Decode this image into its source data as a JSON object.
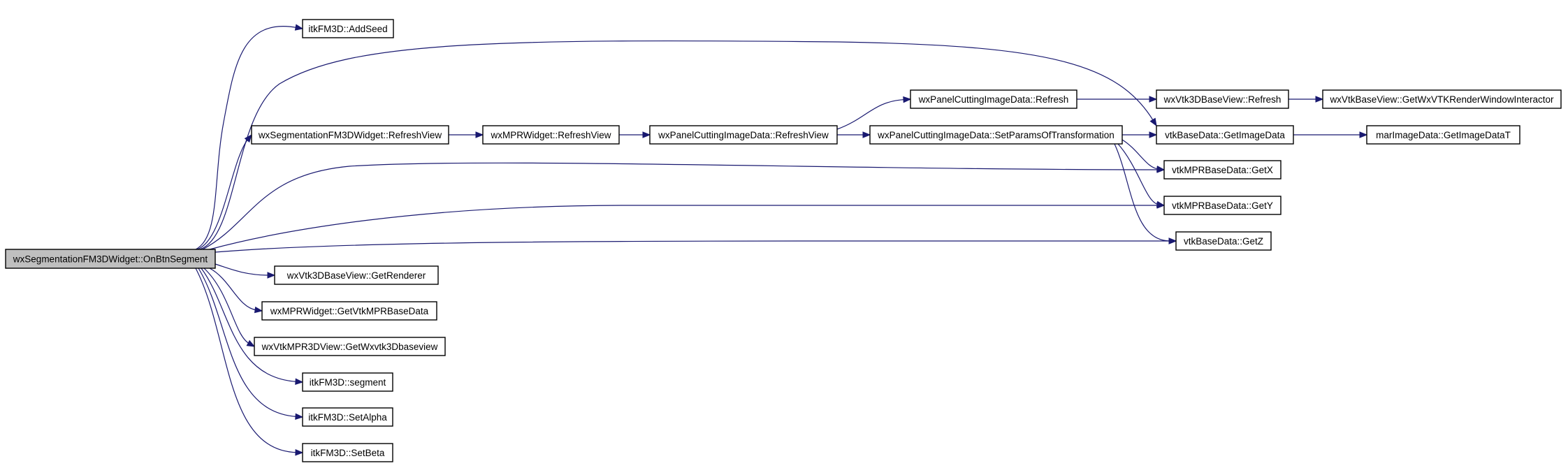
{
  "graph": {
    "edge_color": "#191970",
    "root_fill": "#bfbfbf",
    "nodes": [
      {
        "id": "root",
        "label": "wxSegmentationFM3DWidget::OnBtnSegment",
        "root": true
      },
      {
        "id": "addseed",
        "label": "itkFM3D::AddSeed"
      },
      {
        "id": "segrefresh",
        "label": "wxSegmentationFM3DWidget::RefreshView"
      },
      {
        "id": "mprrefresh",
        "label": "wxMPRWidget::RefreshView"
      },
      {
        "id": "pcidrefreshview",
        "label": "wxPanelCuttingImageData::RefreshView"
      },
      {
        "id": "pcidrefresh",
        "label": "wxPanelCuttingImageData::Refresh"
      },
      {
        "id": "pcidsetparams",
        "label": "wxPanelCuttingImageData::SetParamsOfTransformation"
      },
      {
        "id": "vtk3drefresh",
        "label": "wxVtk3DBaseView::Refresh"
      },
      {
        "id": "getinteractor",
        "label": "wxVtkBaseView::GetWxVTKRenderWindowInteractor"
      },
      {
        "id": "getimagedata",
        "label": "vtkBaseData::GetImageData"
      },
      {
        "id": "getimagedatat",
        "label": "marImageData::GetImageDataT"
      },
      {
        "id": "getx",
        "label": "vtkMPRBaseData::GetX"
      },
      {
        "id": "gety",
        "label": "vtkMPRBaseData::GetY"
      },
      {
        "id": "getz",
        "label": "vtkBaseData::GetZ"
      },
      {
        "id": "getrenderer",
        "label": "wxVtk3DBaseView::GetRenderer"
      },
      {
        "id": "getvtkmpr",
        "label": "wxMPRWidget::GetVtkMPRBaseData"
      },
      {
        "id": "getwxvtk3d",
        "label": "wxVtkMPR3DView::GetWxvtk3Dbaseview"
      },
      {
        "id": "segment",
        "label": "itkFM3D::segment"
      },
      {
        "id": "setalpha",
        "label": "itkFM3D::SetAlpha"
      },
      {
        "id": "setbeta",
        "label": "itkFM3D::SetBeta"
      }
    ],
    "edges": [
      {
        "from": "root",
        "to": "addseed"
      },
      {
        "from": "root",
        "to": "segrefresh"
      },
      {
        "from": "root",
        "to": "getimagedata"
      },
      {
        "from": "root",
        "to": "getx"
      },
      {
        "from": "root",
        "to": "gety"
      },
      {
        "from": "root",
        "to": "getz"
      },
      {
        "from": "root",
        "to": "getrenderer"
      },
      {
        "from": "root",
        "to": "getvtkmpr"
      },
      {
        "from": "root",
        "to": "getwxvtk3d"
      },
      {
        "from": "root",
        "to": "segment"
      },
      {
        "from": "root",
        "to": "setalpha"
      },
      {
        "from": "root",
        "to": "setbeta"
      },
      {
        "from": "segrefresh",
        "to": "mprrefresh"
      },
      {
        "from": "mprrefresh",
        "to": "pcidrefreshview"
      },
      {
        "from": "pcidrefreshview",
        "to": "pcidrefresh"
      },
      {
        "from": "pcidrefreshview",
        "to": "pcidsetparams"
      },
      {
        "from": "pcidrefresh",
        "to": "vtk3drefresh"
      },
      {
        "from": "vtk3drefresh",
        "to": "getinteractor"
      },
      {
        "from": "pcidsetparams",
        "to": "getimagedata"
      },
      {
        "from": "pcidsetparams",
        "to": "getx"
      },
      {
        "from": "pcidsetparams",
        "to": "gety"
      },
      {
        "from": "pcidsetparams",
        "to": "getz"
      },
      {
        "from": "getimagedata",
        "to": "getimagedatat"
      }
    ]
  }
}
